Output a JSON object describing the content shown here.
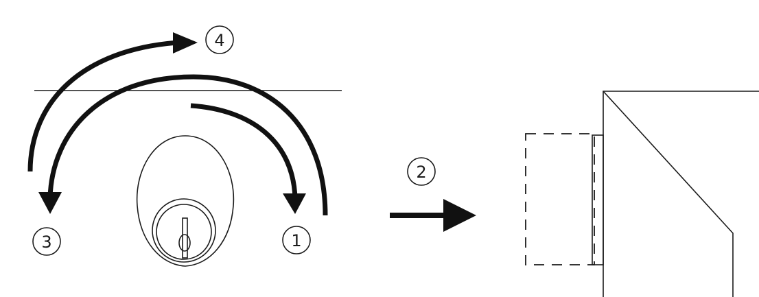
{
  "steps": {
    "one": "1",
    "two": "2",
    "three": "3",
    "four": "4"
  }
}
